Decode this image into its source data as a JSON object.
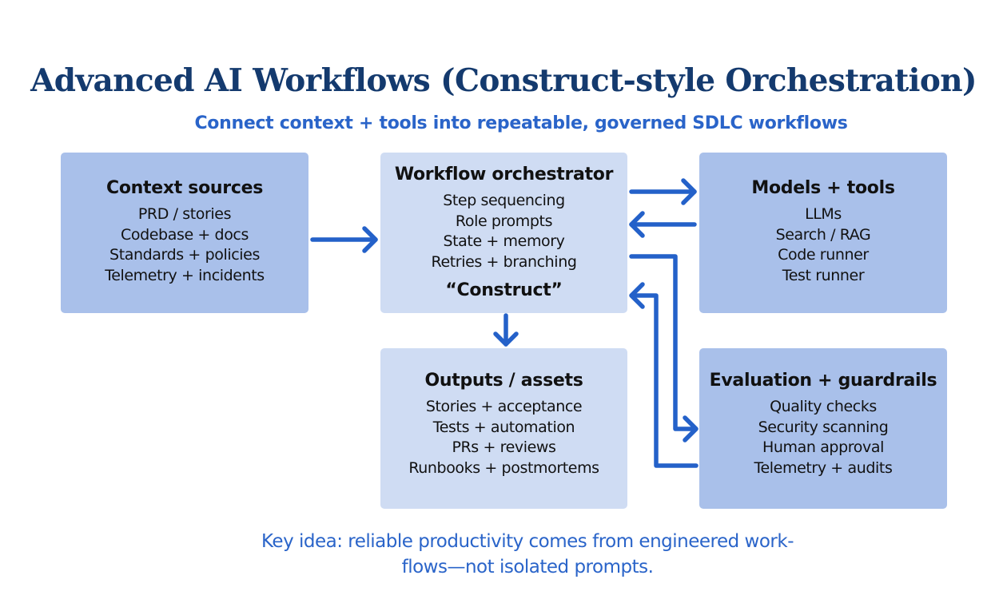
{
  "header": {
    "title": "Advanced AI Workflows (Construct-style Orchestration)",
    "subtitle": "Connect context + tools into repeatable, governed SDLC workflows"
  },
  "boxes": {
    "context_sources": {
      "heading": "Context sources",
      "items": [
        "PRD / stories",
        "Codebase + docs",
        "Standards + policies",
        "Telemetry + incidents"
      ]
    },
    "workflow_orchestrator": {
      "heading": "Workflow orchestrator",
      "items": [
        "Step sequencing",
        "Role prompts",
        "State + memory",
        "Retries + branching"
      ],
      "footer": "“Construct”"
    },
    "models_tools": {
      "heading": "Models + tools",
      "items": [
        "LLMs",
        "Search / RAG",
        "Code runner",
        "Test runner"
      ]
    },
    "outputs_assets": {
      "heading": "Outputs / assets",
      "items": [
        "Stories + acceptance",
        "Tests + automation",
        "PRs + reviews",
        "Runbooks + postmortems"
      ]
    },
    "evaluation_guardrails": {
      "heading": "Evaluation + guardrails",
      "items": [
        "Quality checks",
        "Security scanning",
        "Human approval",
        "Telemetry + audits"
      ]
    }
  },
  "connections": [
    {
      "from": "Context sources",
      "to": "Workflow orchestrator"
    },
    {
      "from": "Workflow orchestrator",
      "to": "Models + tools"
    },
    {
      "from": "Models + tools",
      "to": "Workflow orchestrator"
    },
    {
      "from": "Workflow orchestrator",
      "to": "Outputs / assets"
    },
    {
      "from": "Workflow orchestrator",
      "to": "Evaluation + guardrails"
    },
    {
      "from": "Evaluation + guardrails",
      "to": "Workflow orchestrator"
    }
  ],
  "footnote": {
    "line1": "Key idea: reliable productivity comes from engineered work-",
    "line2": "flows—not isolated prompts."
  },
  "colors": {
    "title": "#143a6e",
    "accent": "#2a64c9",
    "arrow": "#2461c9",
    "box_dark": "#a9c0ea",
    "box_light": "#cfdcf3"
  }
}
